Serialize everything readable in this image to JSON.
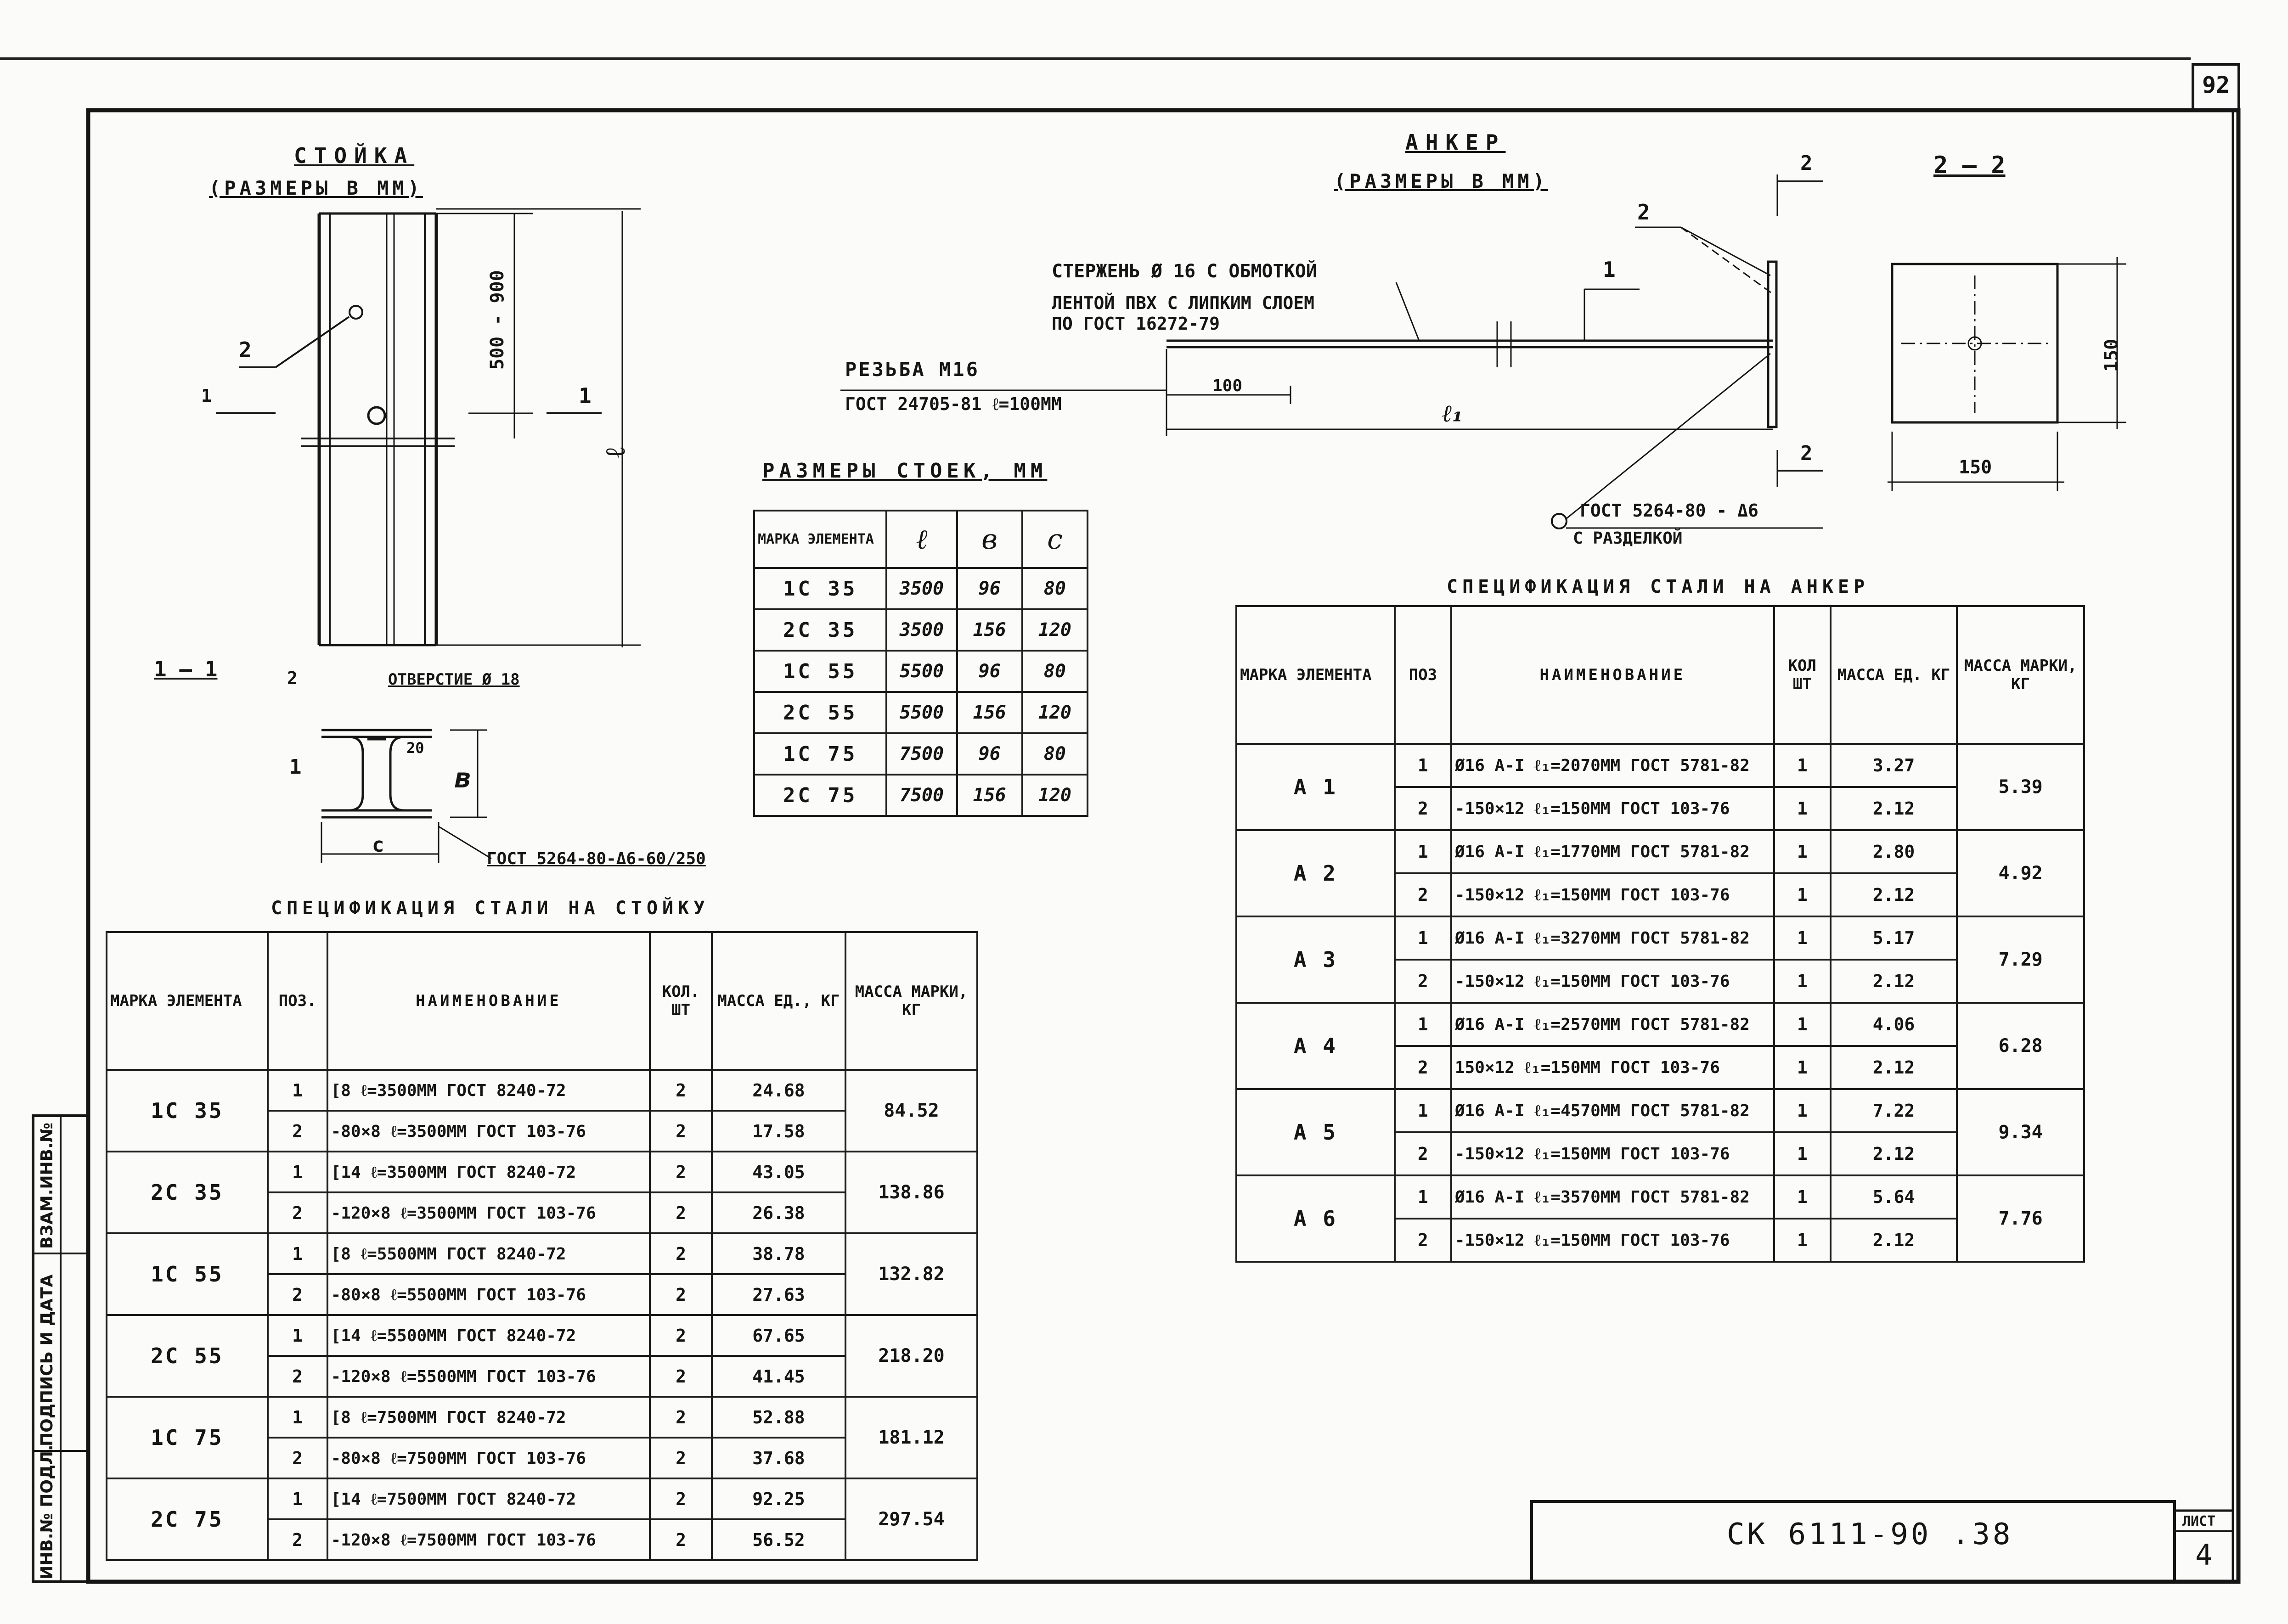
{
  "sheet": {
    "page_number": "92",
    "doc_code": "СК 6111-90 .38",
    "sheet_label": "ЛИСТ",
    "sheet_number": "4",
    "stamp": [
      "ИНВ.№ ПОДЛ.",
      "ПОДПИСЬ И ДАТА",
      "ВЗАМ.ИНВ.№"
    ]
  },
  "stoika": {
    "title": "СТОЙКА",
    "units": "(РАЗМЕРЫ В ММ)",
    "dim_height": "500 - 900",
    "dim_length": "ℓ",
    "pos_2": "2",
    "section_mark": "1",
    "section_title": "1 — 1",
    "section_pos": "2",
    "hole_note": "ОТВЕРСТИЕ Ø 18",
    "sec_pos1": "1",
    "sec_dim_20": "20",
    "sec_dim_b": "в",
    "sec_dim_c": "c",
    "weld_note": "ГОСТ 5264-80-Δ6-60/250"
  },
  "anker": {
    "title": "АНКЕР",
    "units": "(РАЗМЕРЫ В ММ)",
    "rod_note_1": "СТЕРЖЕНЬ Ø 16 С ОБМОТКОЙ",
    "rod_note_2": "ЛЕНТОЙ ПВХ С ЛИПКИМ СЛОЕМ",
    "rod_note_3": "ПО ГОСТ 16272-79",
    "thread_1": "РЕЗЬБА М16",
    "thread_2": "ГОСТ 24705-81 ℓ=100ММ",
    "dim_100": "100",
    "dim_l1": "ℓ₁",
    "pos_1": "1",
    "pos_2": "2",
    "cut_mark": "2",
    "weld_1": "ГОСТ 5264-80 - Δ6",
    "weld_2": "С РАЗДЕЛКОЙ",
    "view_title": "2 — 2",
    "dim_150_v": "150",
    "dim_150_h": "150"
  },
  "sizes_table": {
    "title": "РАЗМЕРЫ СТОЕК, ММ",
    "headers": [
      "МАРКА ЭЛЕМЕНТА",
      "ℓ",
      "в",
      "с"
    ],
    "rows": [
      [
        "1С 35",
        "3500",
        "96",
        "80"
      ],
      [
        "2С 35",
        "3500",
        "156",
        "120"
      ],
      [
        "1С 55",
        "5500",
        "96",
        "80"
      ],
      [
        "2С 55",
        "5500",
        "156",
        "120"
      ],
      [
        "1С 75",
        "7500",
        "96",
        "80"
      ],
      [
        "2С 75",
        "7500",
        "156",
        "120"
      ]
    ]
  },
  "stoika_spec": {
    "title": "СПЕЦИФИКАЦИЯ СТАЛИ НА СТОЙКУ",
    "headers": [
      "МАРКА ЭЛЕМЕНТА",
      "ПОЗ.",
      "НАИМЕНОВАНИЕ",
      "КОЛ. ШТ",
      "МАССА ЕД., КГ",
      "МАССА МАРКИ, КГ"
    ],
    "groups": [
      {
        "mark": "1С 35",
        "total": "84.52",
        "rows": [
          {
            "pos": "1",
            "name": "[8 ℓ=3500ММ ГОСТ 8240-72",
            "qty": "2",
            "mass": "24.68"
          },
          {
            "pos": "2",
            "name": "-80×8 ℓ=3500ММ ГОСТ 103-76",
            "qty": "2",
            "mass": "17.58"
          }
        ]
      },
      {
        "mark": "2С 35",
        "total": "138.86",
        "rows": [
          {
            "pos": "1",
            "name": "[14 ℓ=3500ММ ГОСТ 8240-72",
            "qty": "2",
            "mass": "43.05"
          },
          {
            "pos": "2",
            "name": "-120×8 ℓ=3500ММ ГОСТ 103-76",
            "qty": "2",
            "mass": "26.38"
          }
        ]
      },
      {
        "mark": "1С 55",
        "total": "132.82",
        "rows": [
          {
            "pos": "1",
            "name": "[8 ℓ=5500ММ ГОСТ 8240-72",
            "qty": "2",
            "mass": "38.78"
          },
          {
            "pos": "2",
            "name": "-80×8 ℓ=5500ММ ГОСТ 103-76",
            "qty": "2",
            "mass": "27.63"
          }
        ]
      },
      {
        "mark": "2С 55",
        "total": "218.20",
        "rows": [
          {
            "pos": "1",
            "name": "[14 ℓ=5500ММ ГОСТ 8240-72",
            "qty": "2",
            "mass": "67.65"
          },
          {
            "pos": "2",
            "name": "-120×8 ℓ=5500ММ ГОСТ 103-76",
            "qty": "2",
            "mass": "41.45"
          }
        ]
      },
      {
        "mark": "1С 75",
        "total": "181.12",
        "rows": [
          {
            "pos": "1",
            "name": "[8 ℓ=7500ММ ГОСТ 8240-72",
            "qty": "2",
            "mass": "52.88"
          },
          {
            "pos": "2",
            "name": "-80×8 ℓ=7500ММ ГОСТ 103-76",
            "qty": "2",
            "mass": "37.68"
          }
        ]
      },
      {
        "mark": "2С 75",
        "total": "297.54",
        "rows": [
          {
            "pos": "1",
            "name": "[14 ℓ=7500ММ ГОСТ 8240-72",
            "qty": "2",
            "mass": "92.25"
          },
          {
            "pos": "2",
            "name": "-120×8 ℓ=7500ММ ГОСТ 103-76",
            "qty": "2",
            "mass": "56.52"
          }
        ]
      }
    ]
  },
  "anker_spec": {
    "title": "СПЕЦИФИКАЦИЯ СТАЛИ НА АНКЕР",
    "headers": [
      "МАРКА ЭЛЕМЕНТА",
      "ПОЗ",
      "НАИМЕНОВАНИЕ",
      "КОЛ ШТ",
      "МАССА ЕД. КГ",
      "МАССА МАРКИ, КГ"
    ],
    "groups": [
      {
        "mark": "А 1",
        "total": "5.39",
        "rows": [
          {
            "pos": "1",
            "name": "Ø16 А-I ℓ₁=2070ММ ГОСТ 5781-82",
            "qty": "1",
            "mass": "3.27"
          },
          {
            "pos": "2",
            "name": "-150×12 ℓ₁=150ММ ГОСТ 103-76",
            "qty": "1",
            "mass": "2.12"
          }
        ]
      },
      {
        "mark": "А 2",
        "total": "4.92",
        "rows": [
          {
            "pos": "1",
            "name": "Ø16 А-I ℓ₁=1770ММ ГОСТ 5781-82",
            "qty": "1",
            "mass": "2.80"
          },
          {
            "pos": "2",
            "name": "-150×12 ℓ₁=150ММ ГОСТ 103-76",
            "qty": "1",
            "mass": "2.12"
          }
        ]
      },
      {
        "mark": "А 3",
        "total": "7.29",
        "rows": [
          {
            "pos": "1",
            "name": "Ø16 А-I ℓ₁=3270ММ ГОСТ 5781-82",
            "qty": "1",
            "mass": "5.17"
          },
          {
            "pos": "2",
            "name": "-150×12 ℓ₁=150ММ ГОСТ 103-76",
            "qty": "1",
            "mass": "2.12"
          }
        ]
      },
      {
        "mark": "А 4",
        "total": "6.28",
        "rows": [
          {
            "pos": "1",
            "name": "Ø16 А-I ℓ₁=2570ММ ГОСТ 5781-82",
            "qty": "1",
            "mass": "4.06"
          },
          {
            "pos": "2",
            "name": "150×12 ℓ₁=150ММ ГОСТ 103-76",
            "qty": "1",
            "mass": "2.12"
          }
        ]
      },
      {
        "mark": "А 5",
        "total": "9.34",
        "rows": [
          {
            "pos": "1",
            "name": "Ø16 А-I ℓ₁=4570ММ ГОСТ 5781-82",
            "qty": "1",
            "mass": "7.22"
          },
          {
            "pos": "2",
            "name": "-150×12 ℓ₁=150ММ ГОСТ 103-76",
            "qty": "1",
            "mass": "2.12"
          }
        ]
      },
      {
        "mark": "А 6",
        "total": "7.76",
        "rows": [
          {
            "pos": "1",
            "name": "Ø16 А-I ℓ₁=3570ММ ГОСТ 5781-82",
            "qty": "1",
            "mass": "5.64"
          },
          {
            "pos": "2",
            "name": "-150×12 ℓ₁=150ММ ГОСТ 103-76",
            "qty": "1",
            "mass": "2.12"
          }
        ]
      }
    ]
  }
}
